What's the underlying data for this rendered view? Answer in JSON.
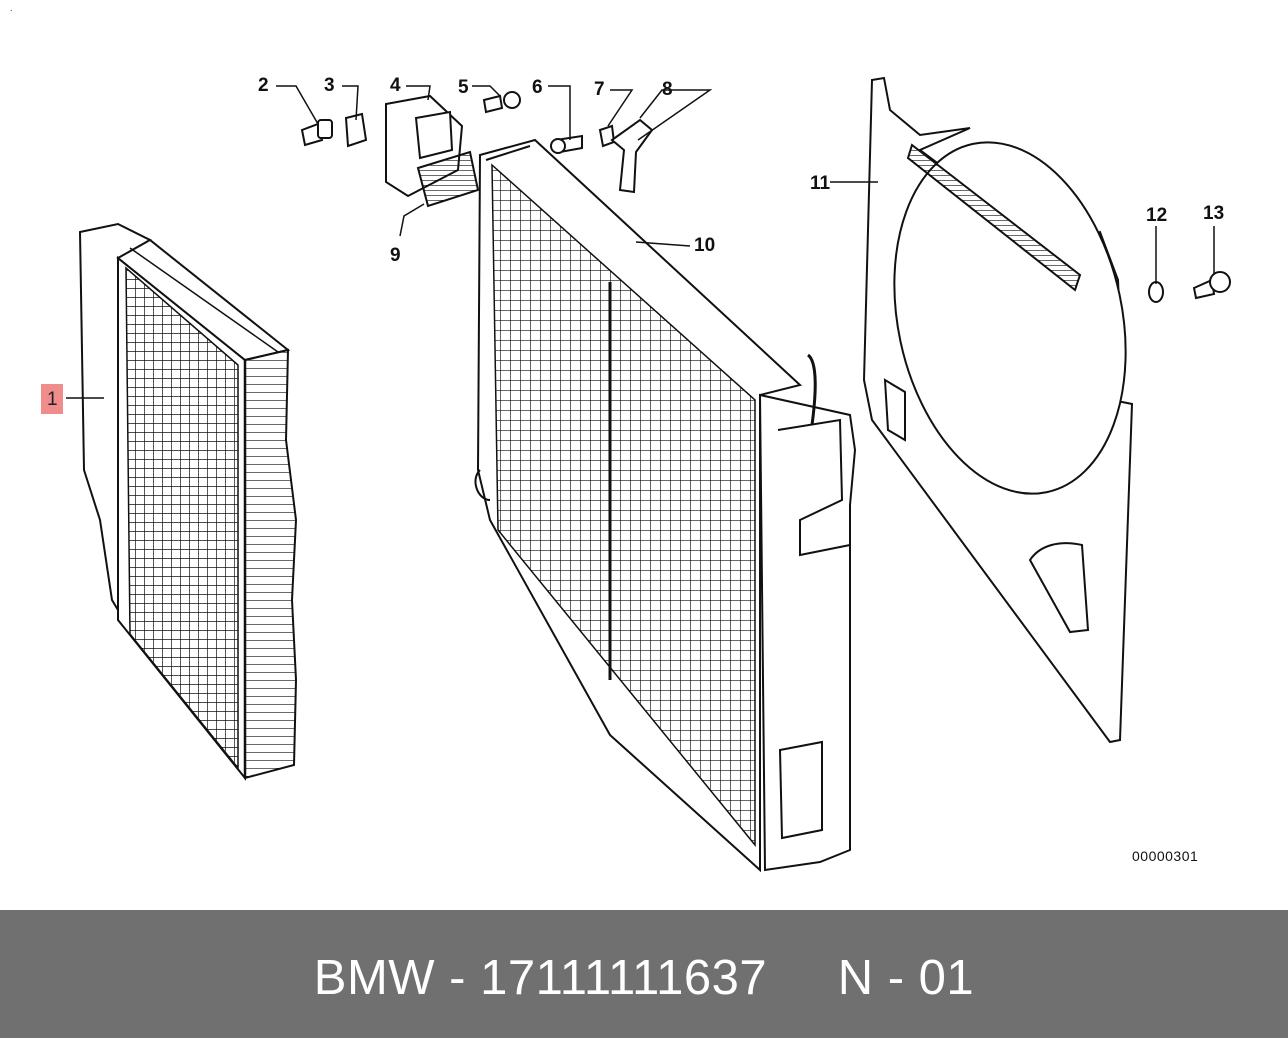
{
  "diagram": {
    "callouts": [
      "1",
      "2",
      "3",
      "4",
      "5",
      "6",
      "7",
      "8",
      "9",
      "10",
      "11",
      "12",
      "13"
    ],
    "highlighted_callout": "1",
    "highlight_color": "#f08c8c",
    "drawing_code": "00000301",
    "corner_mark": "."
  },
  "footer": {
    "text": "BMW - 17111111637     N - 01",
    "background": "#707070",
    "text_color": "#ffffff"
  }
}
